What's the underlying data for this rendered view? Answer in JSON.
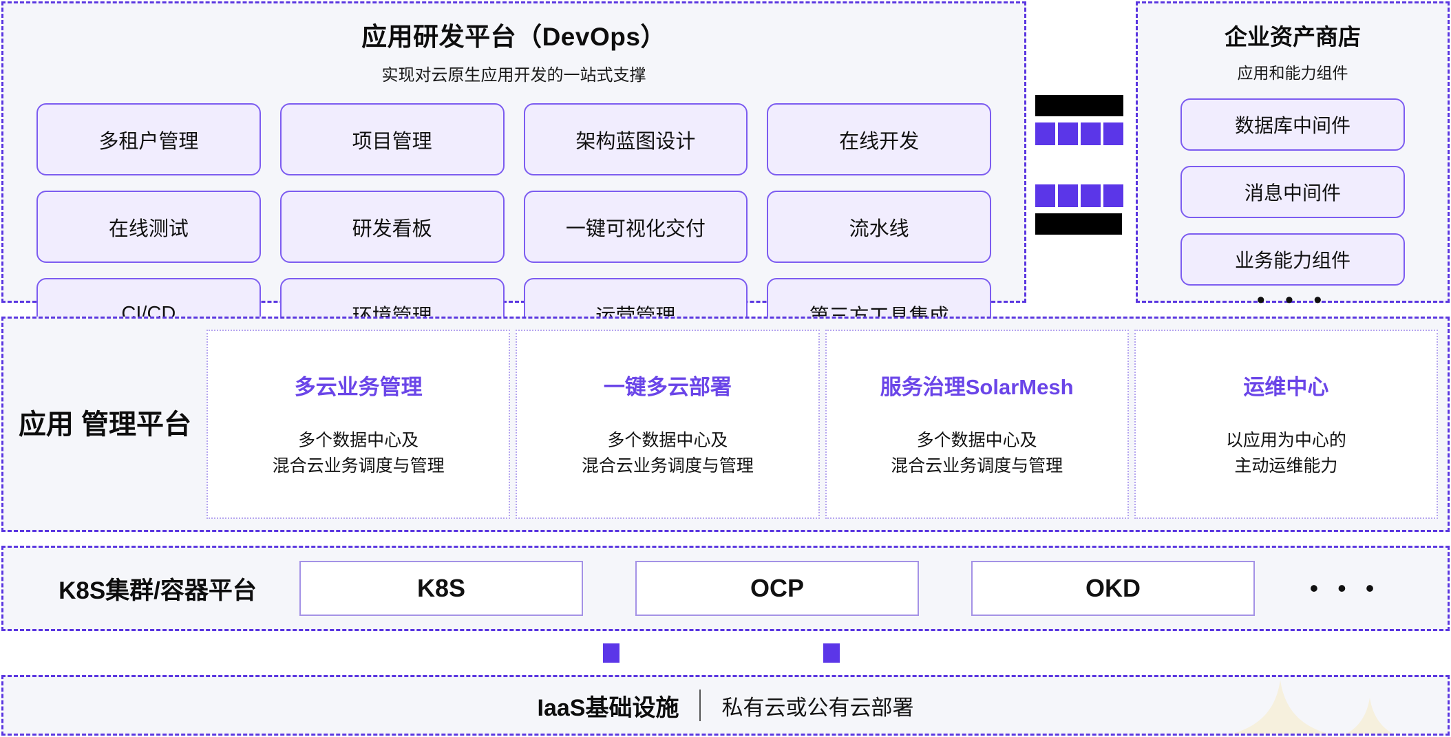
{
  "theme": {
    "accent_purple": "#5b36e8",
    "chip_border": "#7c5cf0",
    "chip_fill": "#f1edfe",
    "panel_bg": "#f5f6fa",
    "panel_border": "#5a36e0",
    "card_title_purple": "#6a45e8",
    "sparkle": "#f5efdc"
  },
  "devops": {
    "title": "应用研发平台（DevOps）",
    "subtitle": "实现对云原生应用开发的一站式支撑",
    "items": [
      "多租户管理",
      "项目管理",
      "架构蓝图设计",
      "在线开发",
      "在线测试",
      "研发看板",
      "一键可视化交付",
      "流水线",
      "CI/CD",
      "环境管理",
      "运营管理",
      "第三方工具集成"
    ]
  },
  "gutter": {
    "redacted_top": "",
    "redacted_bottom": "",
    "squares_top": [
      "",
      "",
      "",
      ""
    ],
    "squares_bottom": [
      "",
      "",
      "",
      ""
    ]
  },
  "store": {
    "title": "企业资产商店",
    "subtitle": "应用和能力组件",
    "items": [
      "数据库中间件",
      "消息中间件",
      "业务能力组件"
    ],
    "more": "• • •"
  },
  "mgmt": {
    "label": "应用\n管理平台",
    "cards": [
      {
        "title": "多云业务管理",
        "desc": "多个数据中心及\n混合云业务调度与管理"
      },
      {
        "title": "一键多云部署",
        "desc": "多个数据中心及\n混合云业务调度与管理"
      },
      {
        "title": "服务治理SolarMesh",
        "desc": "多个数据中心及\n混合云业务调度与管理"
      },
      {
        "title": "运维中心",
        "desc": "以应用为中心的\n主动运维能力"
      }
    ]
  },
  "k8s": {
    "label": "K8S集群/容器平台",
    "boxes": [
      "K8S",
      "OCP",
      "OKD"
    ],
    "more": "• • •"
  },
  "iaas": {
    "title": "IaaS基础设施",
    "divider": "|",
    "subtitle": "私有云或公有云部署"
  }
}
